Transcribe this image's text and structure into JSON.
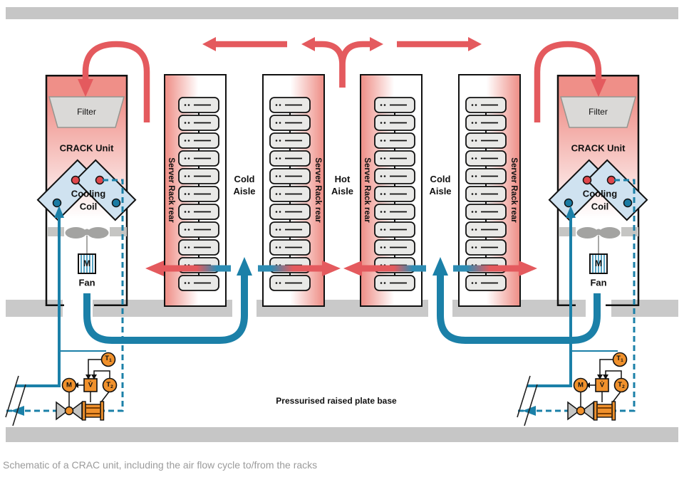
{
  "caption": "Schematic of a CRAC unit, including the air flow cycle to/from the racks",
  "crac_unit": {
    "filter": "Filter",
    "name": "CRACK Unit",
    "coil_line1": "Cooling",
    "coil_line2": "Coil",
    "motor": "M",
    "fan": "Fan"
  },
  "racks": {
    "rear_label": "Server Rack rear",
    "count": 4,
    "units_per_rack": 11
  },
  "aisles": {
    "cold": {
      "line1": "Cold",
      "line2": "Aisle"
    },
    "hot": {
      "line1": "Hot",
      "line2": "Aisle"
    }
  },
  "plenum_label": "Pressurised raised plate base",
  "controls": {
    "temp1": {
      "main": "T",
      "sub": "1"
    },
    "temp2": {
      "main": "T",
      "sub": "2"
    },
    "valve_motor": "M",
    "flow": "V̇"
  },
  "colors": {
    "hot_air_red": "#e45a5e",
    "salmon": "#ef8f88",
    "cold_air_teal": "#1b80a8",
    "cold_air_light": "#2d8cb3",
    "instrument_orange": "#f0912c",
    "floor_gray": "#c9c9c9",
    "bar_gray": "#c6c6c6",
    "coil_blue": "#cfe2f0"
  }
}
